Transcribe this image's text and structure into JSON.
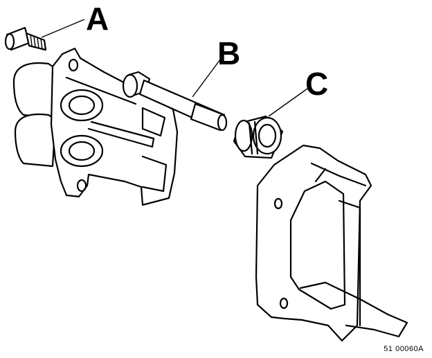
{
  "labels": {
    "a": "A",
    "b": "B",
    "c": "C"
  },
  "figure_id": "51 00060A"
}
